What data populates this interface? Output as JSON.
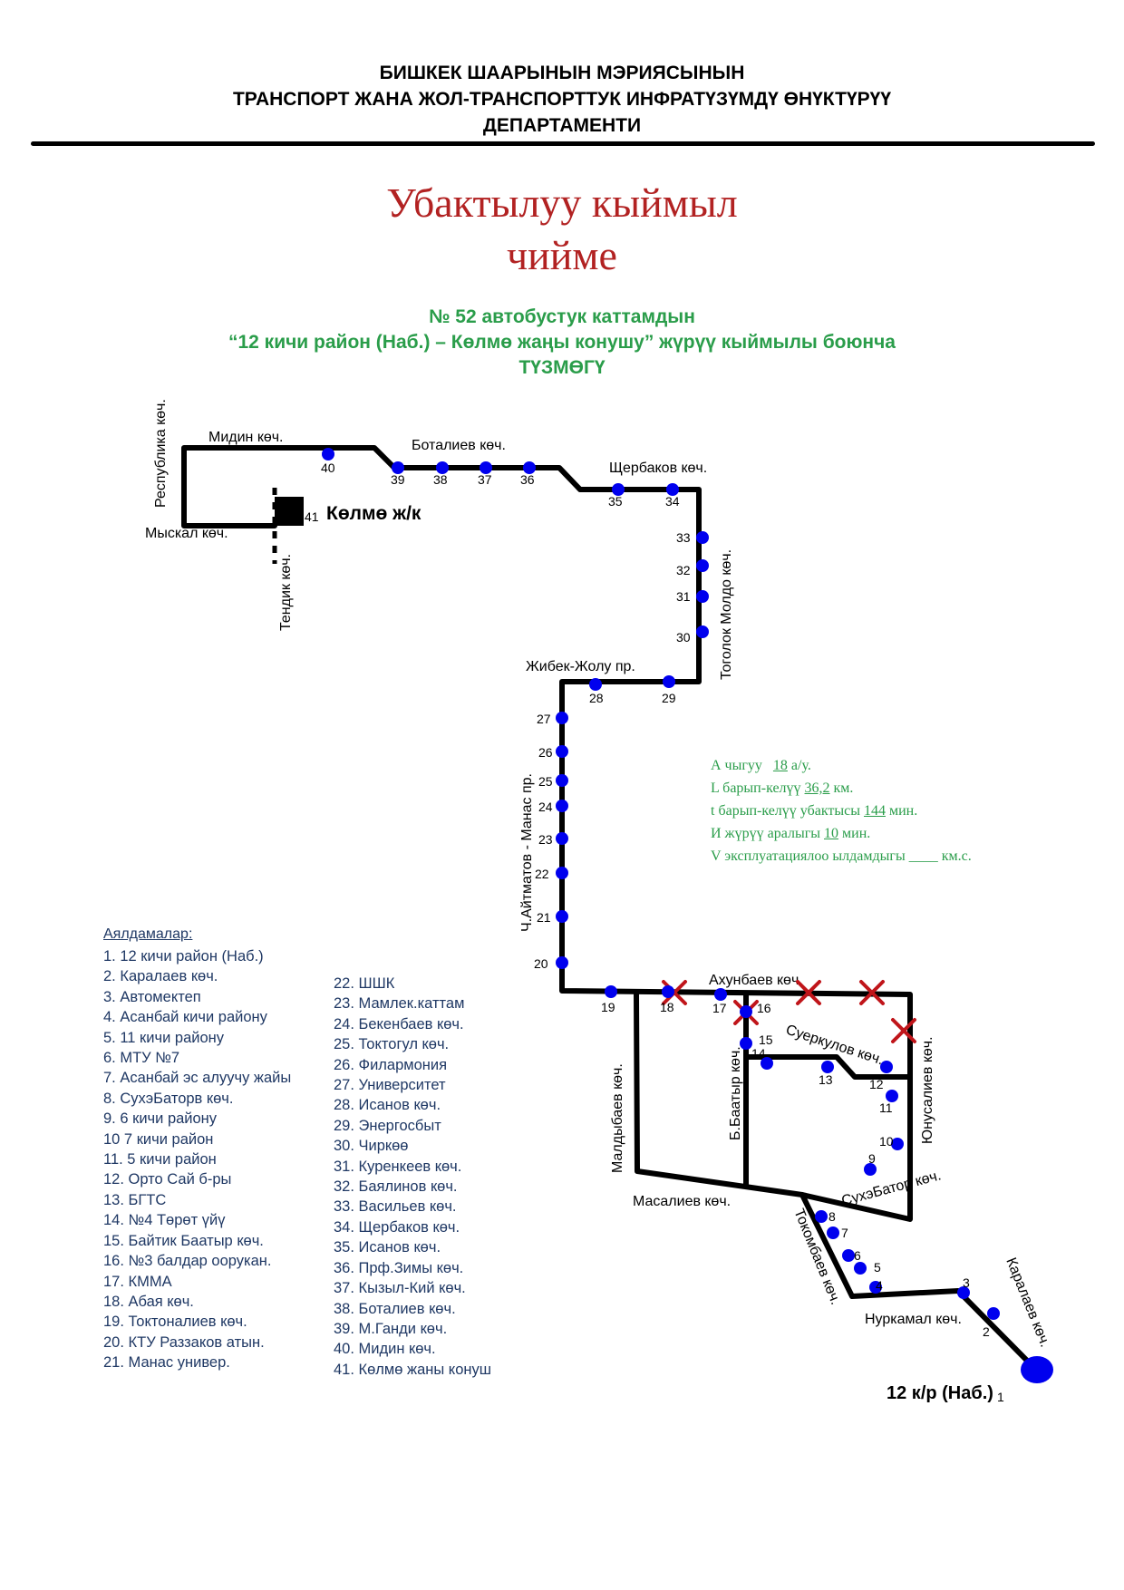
{
  "header": {
    "line1": "БИШКЕК ШААРЫНЫН  МЭРИЯСЫНЫН",
    "line2": "ТРАНСПОРТ ЖАНА ЖОЛ-ТРАНСПОРТТУК ИНФРАТҮЗҮМДҮ ӨНҮКТҮРҮҮ",
    "line3": "ДЕПАРТАМЕНТИ"
  },
  "title": {
    "line1": "Убактылуу кыймыл",
    "line2": "чийме"
  },
  "subtitle": {
    "line1": "№ 52  автобустук каттамдын",
    "line2": "“12 кичи район (Наб.) – Көлмө жаңы конушу” жүрүү кыймылы боюнча",
    "line3": "ТҮЗМӨГҮ"
  },
  "colors": {
    "title": "#b22222",
    "subtitle": "#2a9d4a",
    "stop": "#0000ee",
    "closure": "#c0151a",
    "legend": "#1f3864"
  },
  "map": {
    "terminal_label": "Көлмө ж/к",
    "end_label": "12 к/р (Наб.)",
    "streets": {
      "respublika": "Республика көч.",
      "midin": "Мидин көч.",
      "botaliev": "Боталиев көч.",
      "sherbakov": "Щербаков көч.",
      "myskal": "Мыскал көч.",
      "tendik": "Тендик көч.",
      "togolok": "Тоголок Молдо көч.",
      "jibek": "Жибек-Жолу пр.",
      "aitmatov": "Ч.Айтматов - Манас пр.",
      "akhunbaev": "Ахунбаев көч.",
      "maldybaev": "Малдыбаев көч.",
      "bbaatyr": "Б.Баатыр көч.",
      "suerkulov": "Суеркулов көч.",
      "yunusaliev": "Юнусалиев көч.",
      "masaliev": "Масалиев көч.",
      "suhebator": "СухэБатор көч.",
      "tokombaev": "Токомбаев көч.",
      "nurkamal": "Нуркамал көч.",
      "karalaev": "Каралаев көч."
    },
    "stop_numbers": [
      "1",
      "2",
      "3",
      "4",
      "5",
      "6",
      "7",
      "8",
      "9",
      "10",
      "11",
      "12",
      "13",
      "14",
      "15",
      "16",
      "17",
      "18",
      "19",
      "20",
      "21",
      "22",
      "23",
      "24",
      "25",
      "26",
      "27",
      "28",
      "29",
      "30",
      "31",
      "32",
      "33",
      "34",
      "35",
      "36",
      "37",
      "38",
      "39",
      "40",
      "41"
    ]
  },
  "stats": {
    "a_label": "А чыгуу",
    "a_value": "18",
    "a_unit": "а/у.",
    "l_label": "L барып-келүү",
    "l_value": "36,2",
    "l_unit": "км.",
    "t_label": "t барып-келүү убактысы",
    "t_value": "144",
    "t_unit": "мин.",
    "i_label": "И жүрүү аралыгы",
    "i_value": "10",
    "i_unit": "мин.",
    "v_label": "V эксплуатациялоо ылдамдыгы",
    "v_value": "____",
    "v_unit": "км.с."
  },
  "legend": {
    "title": "Аялдамалар:",
    "col1": [
      "1. 12 кичи район (Наб.)",
      "2. Каралаев көч.",
      "3. Автомектеп",
      "4. Асанбай кичи району",
      "5. 11 кичи району",
      "6. МТУ №7",
      "7. Асанбай эс алуучу жайы",
      "8. СухэБаторв көч.",
      "9. 6 кичи району",
      "10  7 кичи район",
      "11. 5 кичи район",
      "12. Орто Сай б-ры",
      "13. БГТС",
      "14. №4 Төрөт үйү",
      "15. Байтик Баатыр көч.",
      "16. №3 балдар оорукан.",
      "17. КММА",
      "18. Абая көч.",
      "19. Токтоналиев көч.",
      "20. КТУ Раззаков атын.",
      "21. Манас универ."
    ],
    "col2": [
      "22. ШШК",
      "23. Мамлек.каттам",
      "24. Бекенбаев көч.",
      "25. Токтогул көч.",
      "26. Филармония",
      "27. Университет",
      "28. Исанов көч.",
      "29. Энергосбыт",
      "30. Чиркөө",
      "31. Куренкеев көч.",
      "32. Баялинов көч.",
      "33. Васильев көч.",
      "34. Щербаков көч.",
      "35. Исанов көч.",
      "36. Прф.Зимы көч.",
      "37. Кызыл-Кий көч.",
      "38. Боталиев көч.",
      "39. М.Ганди көч.",
      "40. Мидин көч.",
      "41. Көлмө жаны конуш"
    ]
  }
}
